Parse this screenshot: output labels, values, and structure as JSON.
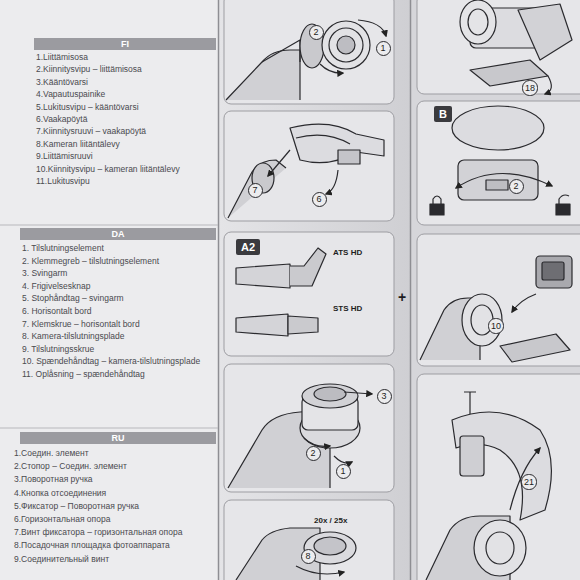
{
  "diagram": {
    "nodes": [
      {
        "text": [
          "FI"
        ]
      },
      {
        "text": [
          "DA"
        ]
      },
      {
        "text": [
          "RU"
        ]
      },
      {
        "text": [
          "2"
        ]
      },
      {
        "text": [
          "1"
        ]
      },
      {
        "text": [
          "7"
        ]
      },
      {
        "text": [
          "6"
        ]
      },
      {
        "text": [
          "18"
        ]
      },
      {
        "text": [
          "B"
        ]
      },
      {
        "text": [
          "2"
        ]
      },
      {
        "text": [
          "A2"
        ]
      },
      {
        "text": [
          "10"
        ]
      },
      {
        "text": [
          "3"
        ]
      },
      {
        "text": [
          "2"
        ]
      },
      {
        "text": [
          "1"
        ]
      },
      {
        "text": [
          "21"
        ]
      },
      {
        "text": [
          "8"
        ]
      }
    ],
    "labels": [
      "1.Liittämisosa",
      "2.Kiinnitysvipu – liittämisosa",
      "3.Kääntövarsi",
      "4.Vapautuspainike",
      "5.Lukitusvipu – kääntövarsi",
      "6.Vaakapöytä",
      "7.Kiinnitysruuvi – vaakapöytä",
      "8.Kameran liitäntälevy",
      "9.Liittämisruuvi",
      "10.Kiinnitysvipu – kameran liitäntälevy",
      "11.Lukitusvipu",
      "1. Tilslutningselement",
      "2. Klemmegreb – tilslutningselement",
      "3. Svingarm",
      "4. Frigivelsesknap",
      "5. Stophåndtag – svingarm",
      "6. Horisontalt bord",
      "7. Klemskrue – horisontalt bord",
      "8. Kamera-tilslutningsplade",
      "9. Tilslutningsskrue",
      "10. Spændehåndtag – kamera-tilslutningsplade",
      "11. Oplåsning – spændehåndtag",
      "1.Соедин. элемент",
      "2.Стопор – Соедин. элемент",
      "3.Поворотная ручка",
      "4.Кнопка отсоединения",
      "5.Фиксатор – Поворотная ручка",
      "6.Горизонтальная опора",
      "7.Винт фиксатора – горизонтальная опора",
      "8.Посадочная площадка фотоаппарата",
      "9.Соединительный винт",
      "ATS HD",
      "STS HD",
      "+",
      "20x / 25x"
    ]
  }
}
